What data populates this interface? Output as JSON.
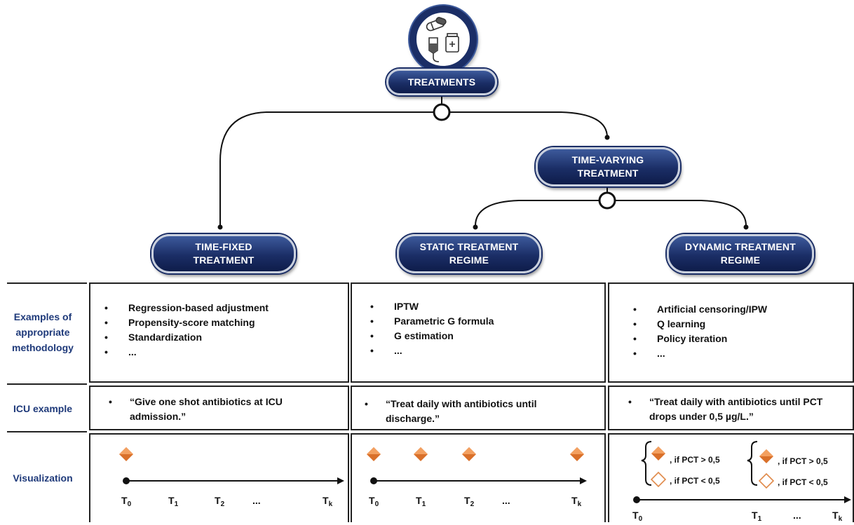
{
  "nodes": {
    "treatments": "TREATMENTS",
    "time_varying": "TIME-VARYING\nTREATMENT",
    "time_fixed": "TIME-FIXED\nTREATMENT",
    "static": "STATIC TREATMENT\nREGIME",
    "dynamic": "DYNAMIC TREATMENT\nREGIME"
  },
  "icon": "medication-icon",
  "rows": {
    "methods_label": "Examples of\nappropriate\nmethodology",
    "icu_label": "ICU example",
    "viz_label": "Visualization"
  },
  "bullet": "•",
  "methods": {
    "time_fixed": [
      "Regression-based adjustment",
      "Propensity-score matching",
      "Standardization",
      "..."
    ],
    "static": [
      "IPTW",
      "Parametric G formula",
      "G estimation",
      "..."
    ],
    "dynamic": [
      "Artificial censoring/IPW",
      "Q learning",
      "Policy iteration",
      "..."
    ]
  },
  "icu": {
    "time_fixed": "“Give one shot antibiotics at ICU\nadmission.”",
    "static": "“Treat daily with antibiotics until\ndischarge.”",
    "dynamic": "“Treat daily with antibiotics until PCT\ndrops under 0,5 µg/L.”"
  },
  "timeline": {
    "t0": "T",
    "t0_sub": "0",
    "t1": "T",
    "t1_sub": "1",
    "t2": "T",
    "t2_sub": "2",
    "tk": "T",
    "tk_sub": "k",
    "dots": "..."
  },
  "conditions": {
    "above": ", if PCT > 0,5",
    "below": ", if PCT < 0,5"
  },
  "colors": {
    "pill_dark": "#1b2e66",
    "label_blue": "#1f3a7a",
    "diamond_orange": "#d9702a"
  }
}
